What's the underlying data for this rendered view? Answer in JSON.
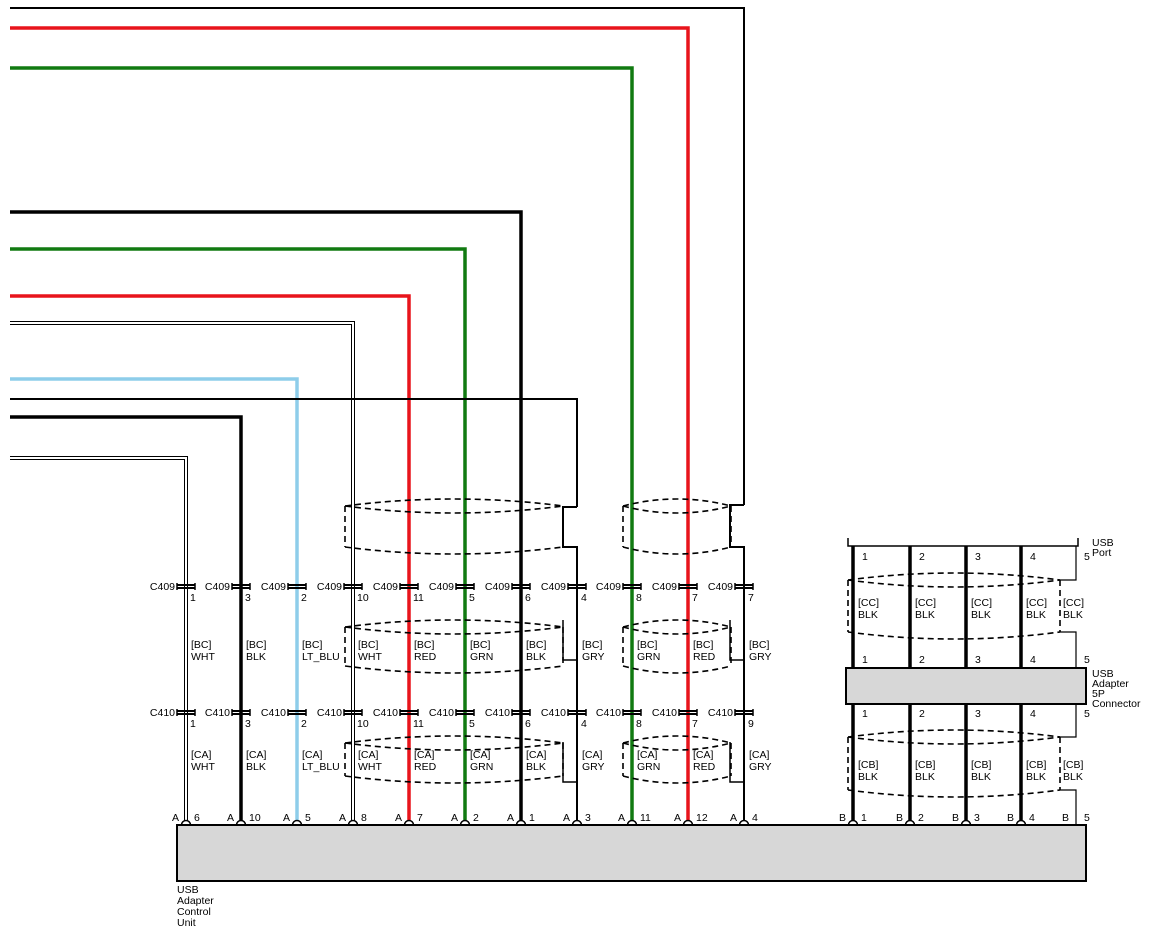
{
  "colors": {
    "red": "#e8141b",
    "green": "#117a11",
    "black": "#000000",
    "light_blue": "#8ecdea",
    "white_wire": "#ffffff",
    "component_fill": "#d7d7d7"
  },
  "connectors": {
    "c409": "C409",
    "c410": "C410"
  },
  "wires": [
    {
      "id": "w-wht-1",
      "color": "white",
      "c409_pin": "1",
      "c410_pin": "1",
      "bc_label": [
        "[BC]",
        "WHT"
      ],
      "ca_label": [
        "[CA]",
        "WHT"
      ],
      "unit_letter": "A",
      "unit_pin": "6"
    },
    {
      "id": "w-blk-3",
      "color": "black",
      "c409_pin": "3",
      "c410_pin": "3",
      "bc_label": [
        "[BC]",
        "BLK"
      ],
      "ca_label": [
        "[CA]",
        "BLK"
      ],
      "unit_letter": "A",
      "unit_pin": "10"
    },
    {
      "id": "w-ltblu-2",
      "color": "light_blue",
      "c409_pin": "2",
      "c410_pin": "2",
      "bc_label": [
        "[BC]",
        "LT_BLU"
      ],
      "ca_label": [
        "[CA]",
        "LT_BLU"
      ],
      "unit_letter": "A",
      "unit_pin": "5"
    },
    {
      "id": "w-wht-10",
      "color": "white",
      "c409_pin": "10",
      "c410_pin": "10",
      "bc_label": [
        "[BC]",
        "WHT"
      ],
      "ca_label": [
        "[CA]",
        "WHT"
      ],
      "unit_letter": "A",
      "unit_pin": "8"
    },
    {
      "id": "w-red-11",
      "color": "red",
      "c409_pin": "11",
      "c410_pin": "11",
      "bc_label": [
        "[BC]",
        "RED"
      ],
      "ca_label": [
        "[CA]",
        "RED"
      ],
      "unit_letter": "A",
      "unit_pin": "7"
    },
    {
      "id": "w-grn-5",
      "color": "green",
      "c409_pin": "5",
      "c410_pin": "5",
      "bc_label": [
        "[BC]",
        "GRN"
      ],
      "ca_label": [
        "[CA]",
        "GRN"
      ],
      "unit_letter": "A",
      "unit_pin": "2"
    },
    {
      "id": "w-blk-6",
      "color": "black",
      "c409_pin": "6",
      "c410_pin": "6",
      "bc_label": [
        "[BC]",
        "BLK"
      ],
      "ca_label": [
        "[CA]",
        "BLK"
      ],
      "unit_letter": "A",
      "unit_pin": "1"
    },
    {
      "id": "w-gry-4",
      "color": "drain",
      "c409_pin": "4",
      "c410_pin": "4",
      "bc_label": [
        "[BC]",
        "GRY"
      ],
      "ca_label": [
        "[CA]",
        "GRY"
      ],
      "unit_letter": "A",
      "unit_pin": "3"
    },
    {
      "id": "w-grn-8",
      "color": "green",
      "c409_pin": "8",
      "c410_pin": "8",
      "bc_label": [
        "[BC]",
        "GRN"
      ],
      "ca_label": [
        "[CA]",
        "GRN"
      ],
      "unit_letter": "A",
      "unit_pin": "11"
    },
    {
      "id": "w-red-7",
      "color": "red",
      "c409_pin": "7",
      "c410_pin": "7",
      "bc_label": [
        "[BC]",
        "RED"
      ],
      "ca_label": [
        "[CA]",
        "RED"
      ],
      "unit_letter": "A",
      "unit_pin": "12"
    },
    {
      "id": "w-gry-7",
      "color": "drain",
      "c409_pin": "7",
      "c410_pin": "9",
      "bc_label": [
        "[BC]",
        "GRY"
      ],
      "ca_label": [
        "[CA]",
        "GRY"
      ],
      "unit_letter": "A",
      "unit_pin": "4"
    }
  ],
  "usb_side": {
    "port_pins": [
      "1",
      "2",
      "3",
      "4",
      "5"
    ],
    "cc_labels": [
      [
        "[CC]",
        "BLK"
      ],
      [
        "[CC]",
        "BLK"
      ],
      [
        "[CC]",
        "BLK"
      ],
      [
        "[CC]",
        "BLK"
      ],
      [
        "[CC]",
        "BLK"
      ]
    ],
    "adapter_top_pins": [
      "1",
      "2",
      "3",
      "4",
      "5"
    ],
    "adapter_bottom_pins": [
      "1",
      "2",
      "3",
      "4",
      "5"
    ],
    "cb_labels": [
      [
        "[CB]",
        "BLK"
      ],
      [
        "[CB]",
        "BLK"
      ],
      [
        "[CB]",
        "BLK"
      ],
      [
        "[CB]",
        "BLK"
      ],
      [
        "[CB]",
        "BLK"
      ]
    ],
    "unit_b_pins": [
      {
        "letter": "B",
        "pin": "1"
      },
      {
        "letter": "B",
        "pin": "2"
      },
      {
        "letter": "B",
        "pin": "3"
      },
      {
        "letter": "B",
        "pin": "4"
      },
      {
        "letter": "B",
        "pin": "5"
      }
    ]
  },
  "components": {
    "usb_port": [
      "USB",
      "Port"
    ],
    "adapter_connector": [
      "USB",
      "Adapter",
      "5P",
      "Connector"
    ],
    "control_unit": [
      "USB",
      "Adapter",
      "Control",
      "Unit"
    ]
  }
}
